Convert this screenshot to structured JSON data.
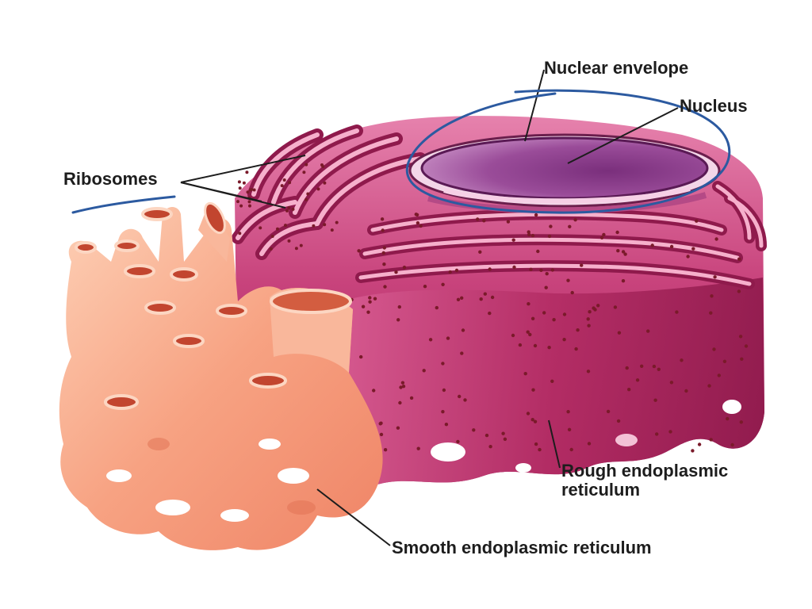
{
  "labels": {
    "nuclear_envelope": "Nuclear envelope",
    "nucleus": "Nucleus",
    "ribosomes": "Ribosomes",
    "rough_er_line1": "Rough endoplasmic",
    "rough_er_line2": "reticulum",
    "smooth_er": "Smooth endoplasmic reticulum"
  },
  "colors": {
    "rough_er": "#b8326a",
    "rough_er_light": "#e47aa6",
    "smooth_er": "#f6987a",
    "smooth_er_light": "#fcc6ad",
    "nucleus": "#8e3f8e",
    "ribosome": "#7a1a2a",
    "annotation_ink": "#2c5aa0",
    "leader_line": "#1d1d1d"
  }
}
